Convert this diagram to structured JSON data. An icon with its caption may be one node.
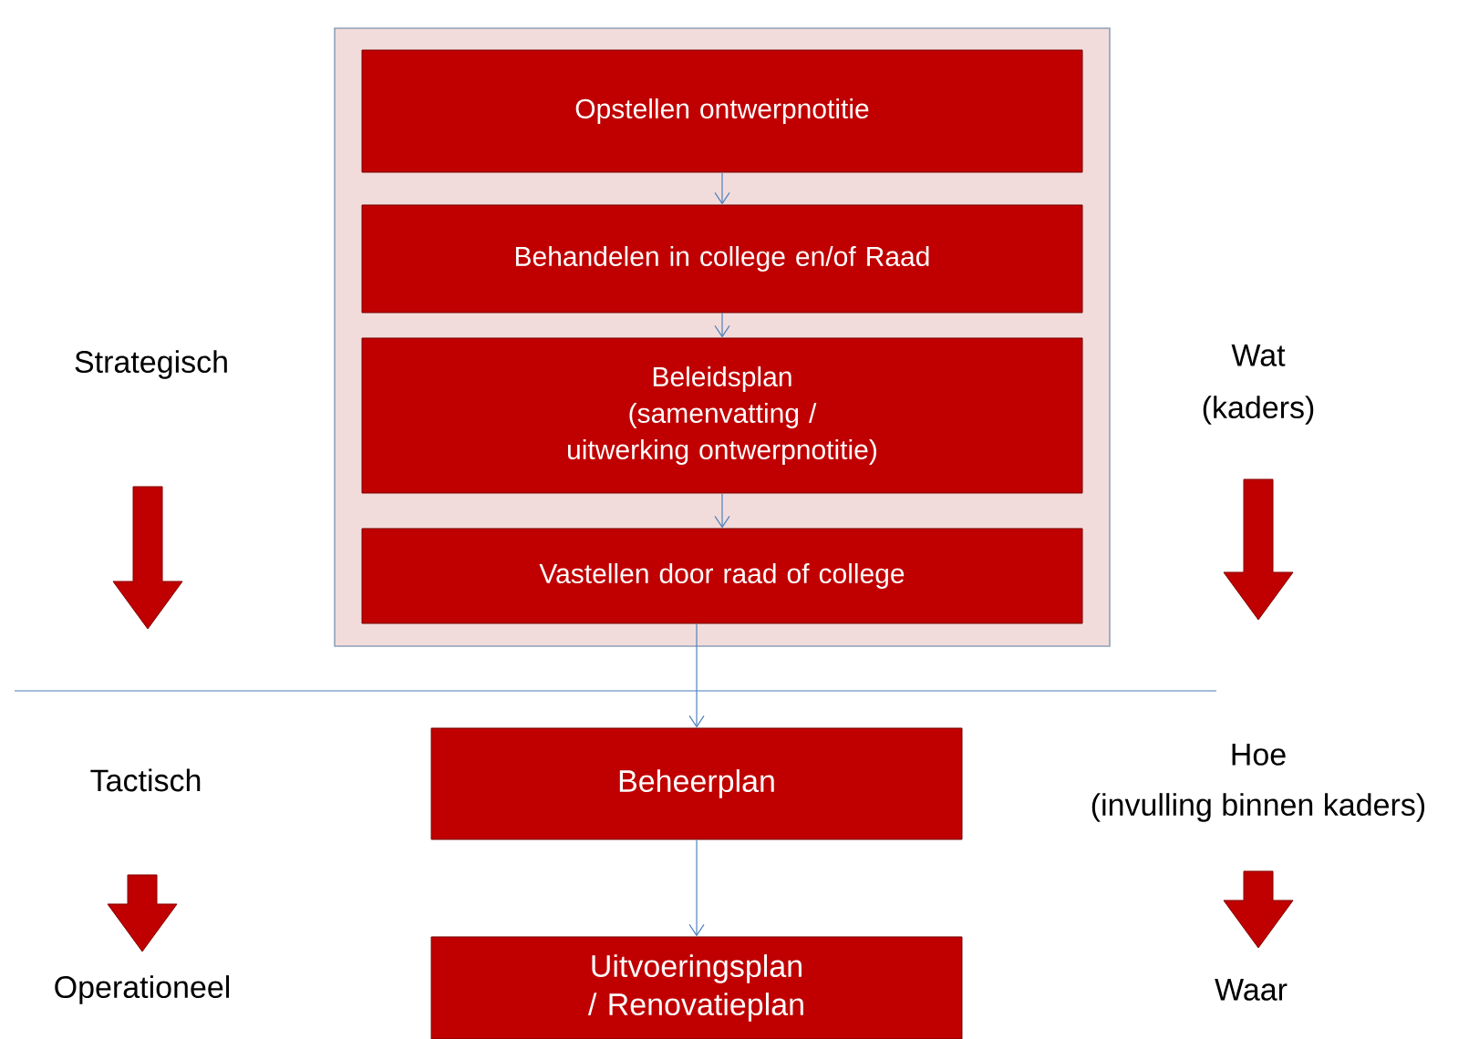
{
  "diagram": {
    "nodes": [
      {
        "text": [],
        "shape": "box"
      },
      {
        "text": [
          "Opstellen ontwerpnotitie"
        ],
        "in": 0
      },
      {
        "text": [
          "Behandelen in college en/of Raad"
        ],
        "in": 0
      },
      {
        "text": [
          "Beleidsplan",
          "(samenvatting / uitwerking ontwerpnotitie)"
        ],
        "in": 0
      },
      {
        "text": [
          "Vastellen door raad of college"
        ],
        "in": 0
      },
      {
        "text": [
          "Beheerplan"
        ]
      },
      {
        "text": [
          "Uitvoeringsplan / Renovatieplan"
        ]
      }
    ],
    "edges": [
      {
        "from": 1,
        "to": 2,
        "arrow": "to"
      },
      {
        "from": 2,
        "to": 3,
        "arrow": "to"
      },
      {
        "from": 3,
        "to": 4,
        "arrow": "to"
      },
      {
        "from": 4,
        "to": 5,
        "arrow": "to"
      },
      {
        "from": 5,
        "to": 6,
        "arrow": "to"
      }
    ],
    "labels": [
      "Strategisch",
      "Wat",
      "(kaders)",
      "Tactisch",
      "Hoe",
      "(invulling binnen kaders)",
      "Operationeel",
      "Waar"
    ]
  }
}
